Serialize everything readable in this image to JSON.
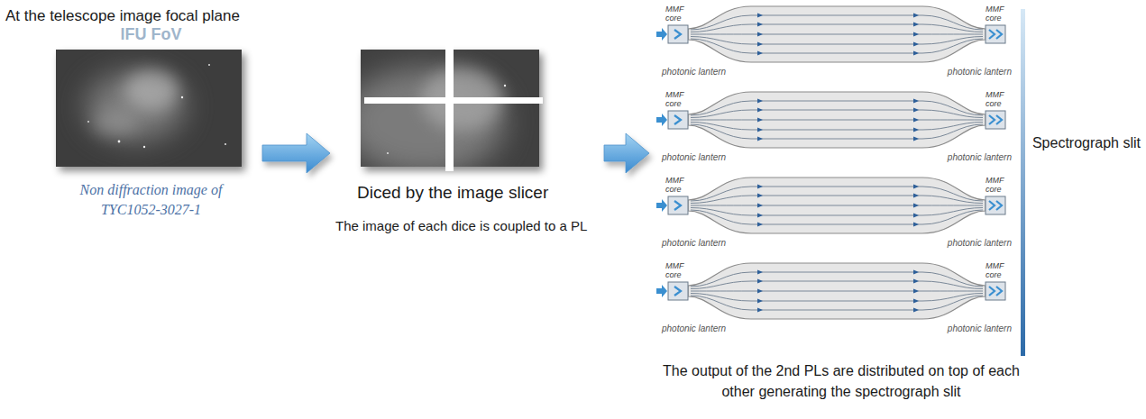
{
  "diagram": {
    "title": "At the telescope image focal plane",
    "nodes": [
      {
        "text": [
          "IFU FoV",
          "Non diffraction image of TYC1052-3027-1"
        ]
      },
      {
        "text": [
          "Diced by the image slicer",
          "The image of each dice is coupled to a PL"
        ]
      },
      {
        "text": [
          "The output of the 2nd PLs are distributed on top of each other generating the spectrograph slit"
        ]
      },
      {
        "text": [
          "MMF core",
          "photonic lantern",
          "MMF core",
          "photonic lantern"
        ],
        "in": 2
      },
      {
        "text": [
          "MMF core",
          "photonic lantern",
          "MMF core",
          "photonic lantern"
        ],
        "in": 2
      },
      {
        "text": [
          "MMF core",
          "photonic lantern",
          "MMF core",
          "photonic lantern"
        ],
        "in": 2
      },
      {
        "text": [
          "MMF core",
          "photonic lantern",
          "MMF core",
          "photonic lantern"
        ],
        "in": 2
      }
    ],
    "edges": [
      {
        "from": 0,
        "to": 1,
        "arrow": "to"
      },
      {
        "from": 1,
        "to": 2,
        "arrow": "to"
      }
    ],
    "labels": [
      "Spectrograph slit"
    ]
  }
}
